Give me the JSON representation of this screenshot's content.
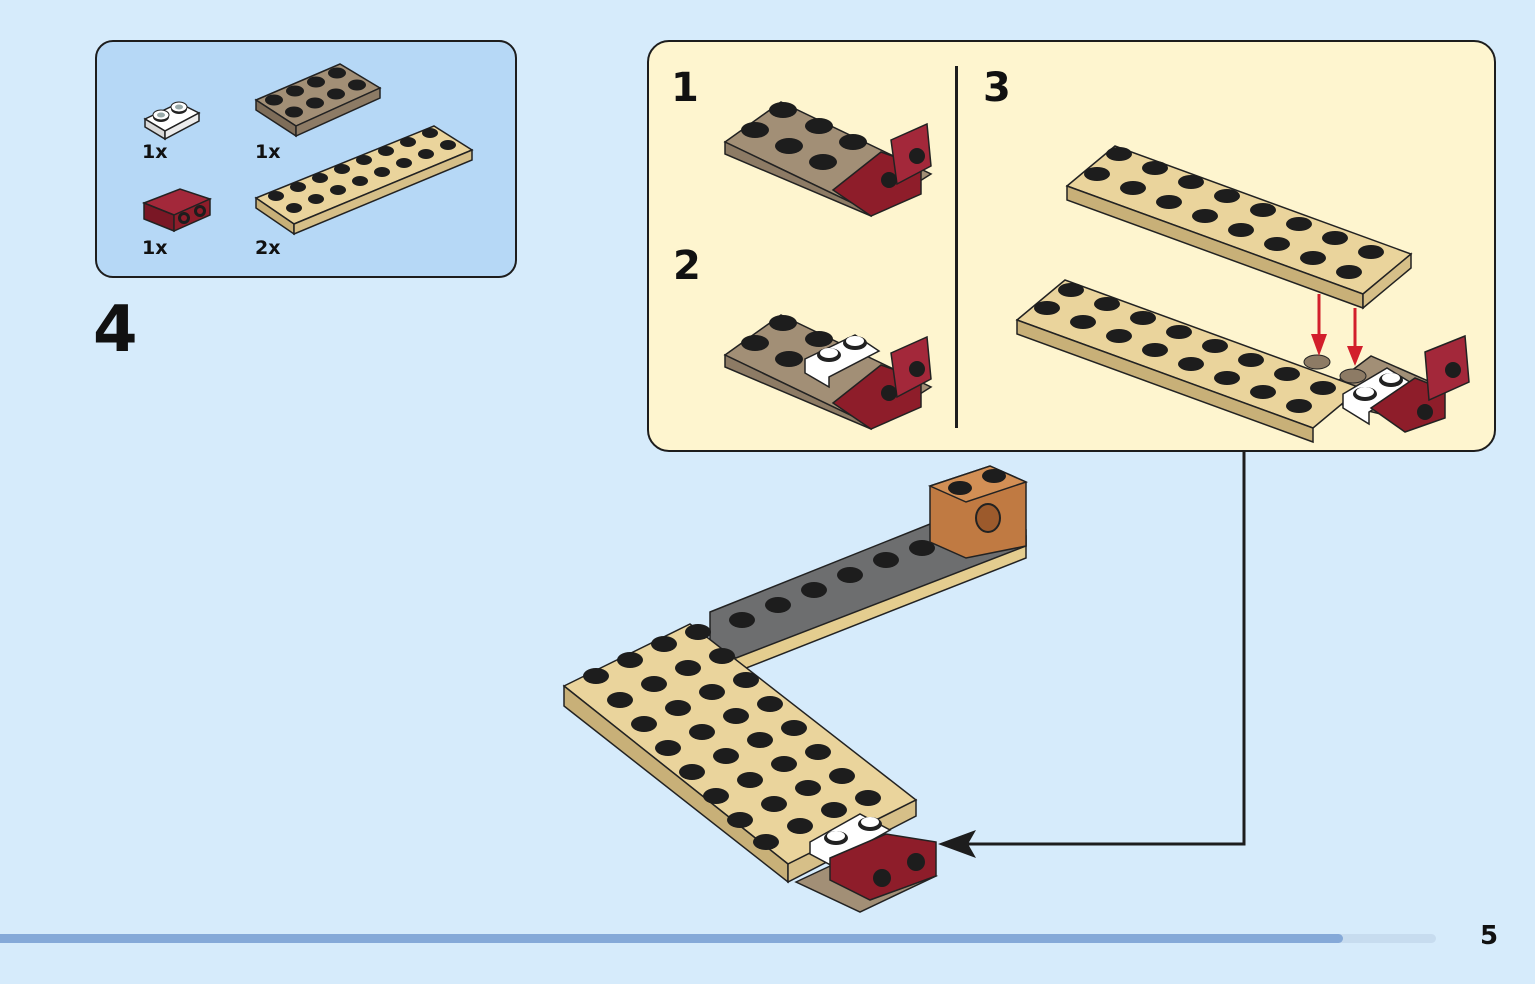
{
  "parts_list": {
    "items": [
      {
        "name": "white 1x2 plate",
        "quantity": "1x"
      },
      {
        "name": "dark tan 2x4 plate",
        "quantity": "1x"
      },
      {
        "name": "dark red bracket",
        "quantity": "1x"
      },
      {
        "name": "tan 2x8 plate",
        "quantity": "2x"
      }
    ]
  },
  "step": {
    "number": "4"
  },
  "sub_steps": [
    {
      "label": "1"
    },
    {
      "label": "2"
    },
    {
      "label": "3"
    }
  ],
  "colors": {
    "background": "#d6ebfb",
    "parts_box": "#b6d8f6",
    "sub_box": "#fef5cf",
    "tan": "#e4cd8f",
    "dark_tan": "#9b8870",
    "dark_red": "#8e1d2a",
    "dark_gray": "#6d6e6f",
    "medium_nougat": "#c07a42",
    "arrow_red": "#d21f2b"
  },
  "footer": {
    "page_number": "5",
    "progress": 0.935
  }
}
